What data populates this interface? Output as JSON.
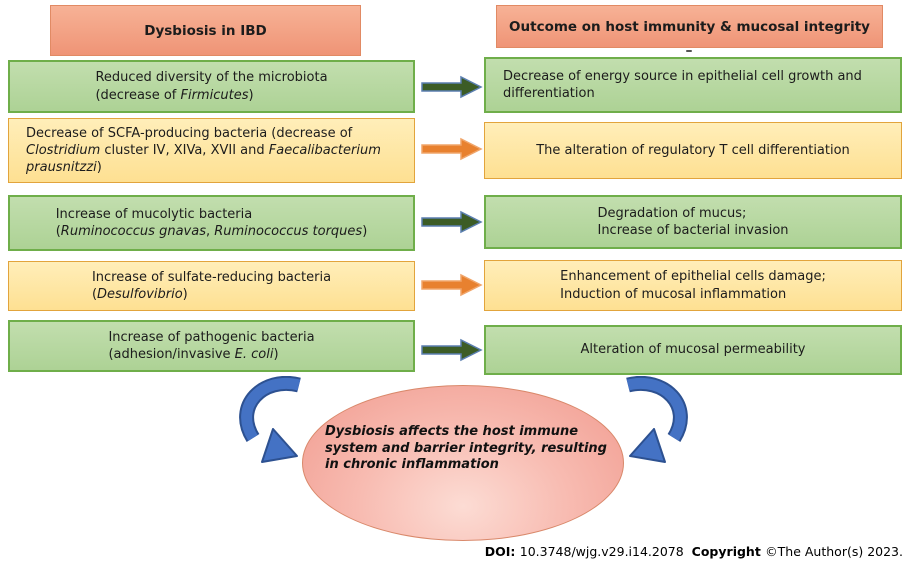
{
  "colors": {
    "header_fill": "#f3a284",
    "header_border": "#e18a64",
    "green_box_fill": "#b6d8a0",
    "green_box_border": "#6fae4a",
    "yellow_box_fill": "#ffe8a5",
    "yellow_box_border": "#e2a43c",
    "green_arrow_fill": "#3c5c26",
    "green_arrow_border": "#5b7fb0",
    "orange_arrow_fill": "#e8812f",
    "orange_arrow_border": "#f0a56a",
    "blue_arrow_fill": "#4472c4",
    "blue_arrow_border": "#2d5191",
    "ellipse_fill": "#f8bcb2",
    "ellipse_border": "#d9886a"
  },
  "headers": {
    "left": "Dysbiosis in IBD",
    "right": "Outcome on host immunity & mucosal integrity"
  },
  "rows": [
    {
      "left": {
        "style": "green",
        "lines": [
          [
            {
              "t": "Reduced diversity of the microbiota"
            }
          ],
          [
            {
              "t": "(decrease of "
            },
            {
              "t": "Firmicutes",
              "i": true
            },
            {
              "t": ")"
            }
          ]
        ]
      },
      "arrow": "green",
      "right": {
        "style": "green",
        "lines": [
          [
            {
              "t": "Decrease of energy source in epithelial cell growth and"
            }
          ],
          [
            {
              "t": "differentiation"
            }
          ]
        ]
      }
    },
    {
      "left": {
        "style": "yellow",
        "lines": [
          [
            {
              "t": "Decrease of SCFA-producing bacteria (decrease of"
            }
          ],
          [
            {
              "t": "Clostridium",
              "i": true
            },
            {
              "t": " cluster IV, XIVa, XVII and "
            },
            {
              "t": "Faecalibacterium",
              "i": true
            }
          ],
          [
            {
              "t": "prausnitzzi",
              "i": true
            },
            {
              "t": ")"
            }
          ]
        ]
      },
      "arrow": "orange",
      "right": {
        "style": "yellow",
        "lines": [
          [
            {
              "t": "The alteration of regulatory T cell differentiation"
            }
          ]
        ]
      }
    },
    {
      "left": {
        "style": "green",
        "lines": [
          [
            {
              "t": "Increase of mucolytic bacteria"
            }
          ],
          [
            {
              "t": "("
            },
            {
              "t": "Ruminococcus gnavas",
              "i": true
            },
            {
              "t": ", "
            },
            {
              "t": "Ruminococcus torques",
              "i": true
            },
            {
              "t": ")"
            }
          ]
        ]
      },
      "arrow": "green",
      "right": {
        "style": "green",
        "lines": [
          [
            {
              "t": "Degradation of mucus;"
            }
          ],
          [
            {
              "t": "Increase of bacterial invasion"
            }
          ]
        ]
      }
    },
    {
      "left": {
        "style": "yellow",
        "lines": [
          [
            {
              "t": "Increase of sulfate-reducing bacteria"
            }
          ],
          [
            {
              "t": "("
            },
            {
              "t": "Desulfovibrio",
              "i": true
            },
            {
              "t": ")"
            }
          ]
        ]
      },
      "arrow": "orange",
      "right": {
        "style": "yellow",
        "lines": [
          [
            {
              "t": "Enhancement of epithelial cells damage;"
            }
          ],
          [
            {
              "t": "Induction of mucosal inflammation"
            }
          ]
        ]
      }
    },
    {
      "left": {
        "style": "green",
        "lines": [
          [
            {
              "t": "Increase of pathogenic bacteria"
            }
          ],
          [
            {
              "t": "(adhesion/invasive "
            },
            {
              "t": "E. coli",
              "i": true
            },
            {
              "t": ")"
            }
          ]
        ]
      },
      "arrow": "green",
      "right": {
        "style": "green",
        "lines": [
          [
            {
              "t": "Alteration of mucosal permeability"
            }
          ]
        ]
      }
    }
  ],
  "conclusion": {
    "lines": [
      "Dysbiosis affects the host immune",
      "system and barrier integrity, resulting",
      "in chronic inflammation"
    ]
  },
  "footer": {
    "lines": [
      [
        {
          "t": "DOI: ",
          "b": true
        },
        {
          "t": "10.3748/wjg.v29.i14.2078"
        },
        {
          "t": "  "
        },
        {
          "t": "Copyright ",
          "b": true
        },
        {
          "t": "©The Author(s) 2023."
        }
      ]
    ]
  }
}
